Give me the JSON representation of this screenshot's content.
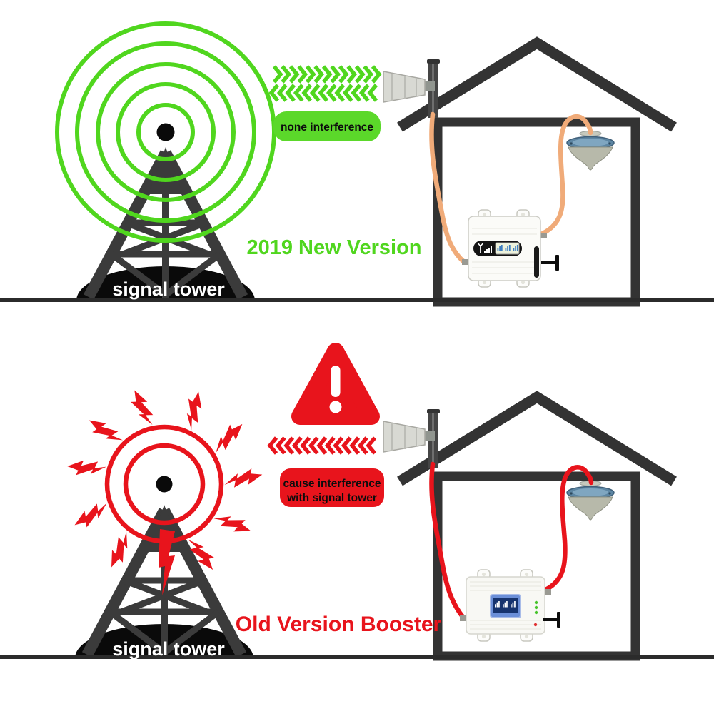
{
  "top_scene": {
    "caption": "2019 New Version",
    "badge": "none interference",
    "tower_label": "signal tower"
  },
  "bottom_scene": {
    "caption": "Old Version Booster",
    "badge_line1": "cause interference",
    "badge_line2": "with signal tower",
    "tower_label": "signal tower"
  },
  "colors": {
    "good_green": "#50d61e",
    "alert_red": "#e8141c",
    "tower_gray": "#3b3b3b",
    "house_gray": "#333333",
    "cable_new_orange": "#f0ab79",
    "cable_old_red": "#e8141c",
    "base_black": "#0a0a0a"
  },
  "icons": {
    "signal-waves-icon": "concentric circles",
    "chevron-right-icon": "»",
    "chevron-left-icon": "«",
    "warning-icon": "⚠",
    "lightning-icon": "⚡",
    "power-plug-icon": "⊣|",
    "antenna-signal-icon": "📡"
  }
}
